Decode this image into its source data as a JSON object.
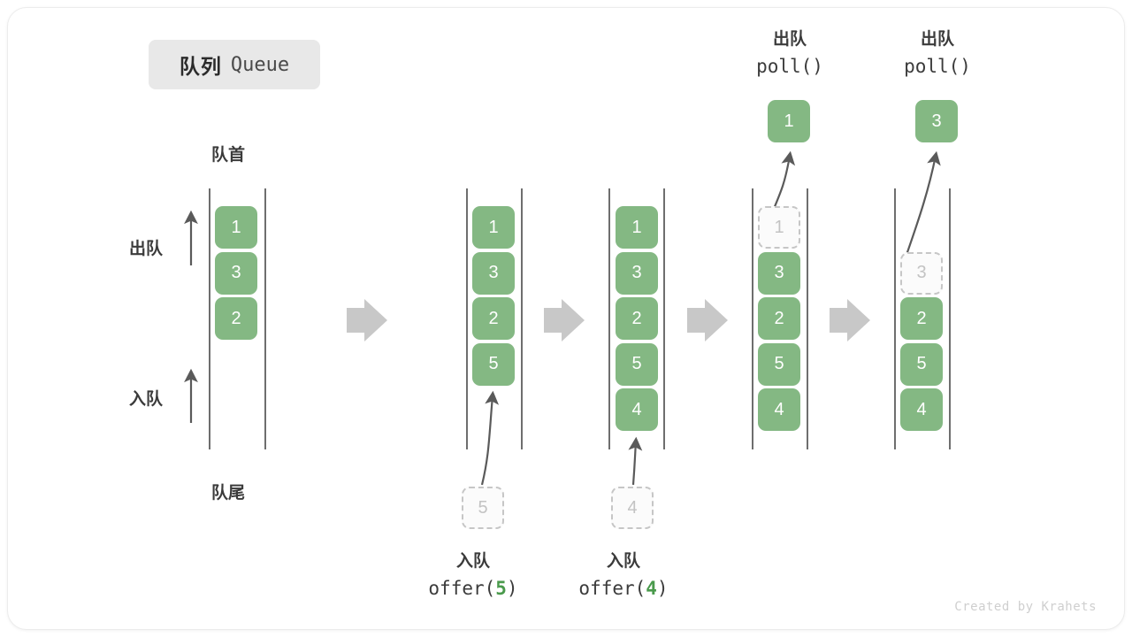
{
  "title": {
    "cn": "队列",
    "en": "Queue"
  },
  "credit": "Created by Krahets",
  "colors": {
    "cell_fill": "#84b883",
    "cell_text": "#ffffff",
    "ghost_fill": "#fbfbfb",
    "ghost_border": "#c6c6c6",
    "ghost_text": "#c3c3c3",
    "rail": "#4a4a4a",
    "arrow_gray": "#c8c8c8",
    "accent_green": "#4a9a4c",
    "badge_bg": "#e8e8e8",
    "text": "#3b3b3b"
  },
  "axis_labels": {
    "front": "队首",
    "rear": "队尾",
    "dequeue": "出队",
    "enqueue": "入队"
  },
  "operations": {
    "offer5": {
      "cn": "入队",
      "call_prefix": "offer(",
      "call_arg": "5",
      "call_suffix": ")"
    },
    "offer4": {
      "cn": "入队",
      "call_prefix": "offer(",
      "call_arg": "4",
      "call_suffix": ")"
    },
    "poll1": {
      "cn": "出队",
      "call": "poll()"
    },
    "poll2": {
      "cn": "出队",
      "call": "poll()"
    }
  },
  "stages": [
    {
      "name": "initial",
      "cells": [
        {
          "value": "1",
          "state": "filled",
          "slot": 0
        },
        {
          "value": "3",
          "state": "filled",
          "slot": 1
        },
        {
          "value": "2",
          "state": "filled",
          "slot": 2
        }
      ]
    },
    {
      "name": "after-offer-5",
      "cells": [
        {
          "value": "1",
          "state": "filled",
          "slot": 0
        },
        {
          "value": "3",
          "state": "filled",
          "slot": 1
        },
        {
          "value": "2",
          "state": "filled",
          "slot": 2
        },
        {
          "value": "5",
          "state": "filled",
          "slot": 3
        }
      ],
      "incoming": {
        "value": "5",
        "state": "ghost"
      }
    },
    {
      "name": "after-offer-4",
      "cells": [
        {
          "value": "1",
          "state": "filled",
          "slot": 0
        },
        {
          "value": "3",
          "state": "filled",
          "slot": 1
        },
        {
          "value": "2",
          "state": "filled",
          "slot": 2
        },
        {
          "value": "5",
          "state": "filled",
          "slot": 3
        },
        {
          "value": "4",
          "state": "filled",
          "slot": 4
        }
      ],
      "incoming": {
        "value": "4",
        "state": "ghost"
      }
    },
    {
      "name": "after-poll-1",
      "cells": [
        {
          "value": "1",
          "state": "ghost",
          "slot": 0
        },
        {
          "value": "3",
          "state": "filled",
          "slot": 1
        },
        {
          "value": "2",
          "state": "filled",
          "slot": 2
        },
        {
          "value": "5",
          "state": "filled",
          "slot": 3
        },
        {
          "value": "4",
          "state": "filled",
          "slot": 4
        }
      ],
      "popped": {
        "value": "1",
        "state": "filled"
      }
    },
    {
      "name": "after-poll-3",
      "cells": [
        {
          "value": "3",
          "state": "ghost",
          "slot": 1
        },
        {
          "value": "2",
          "state": "filled",
          "slot": 2
        },
        {
          "value": "5",
          "state": "filled",
          "slot": 3
        },
        {
          "value": "4",
          "state": "filled",
          "slot": 4
        }
      ],
      "popped": {
        "value": "3",
        "state": "filled"
      }
    }
  ]
}
